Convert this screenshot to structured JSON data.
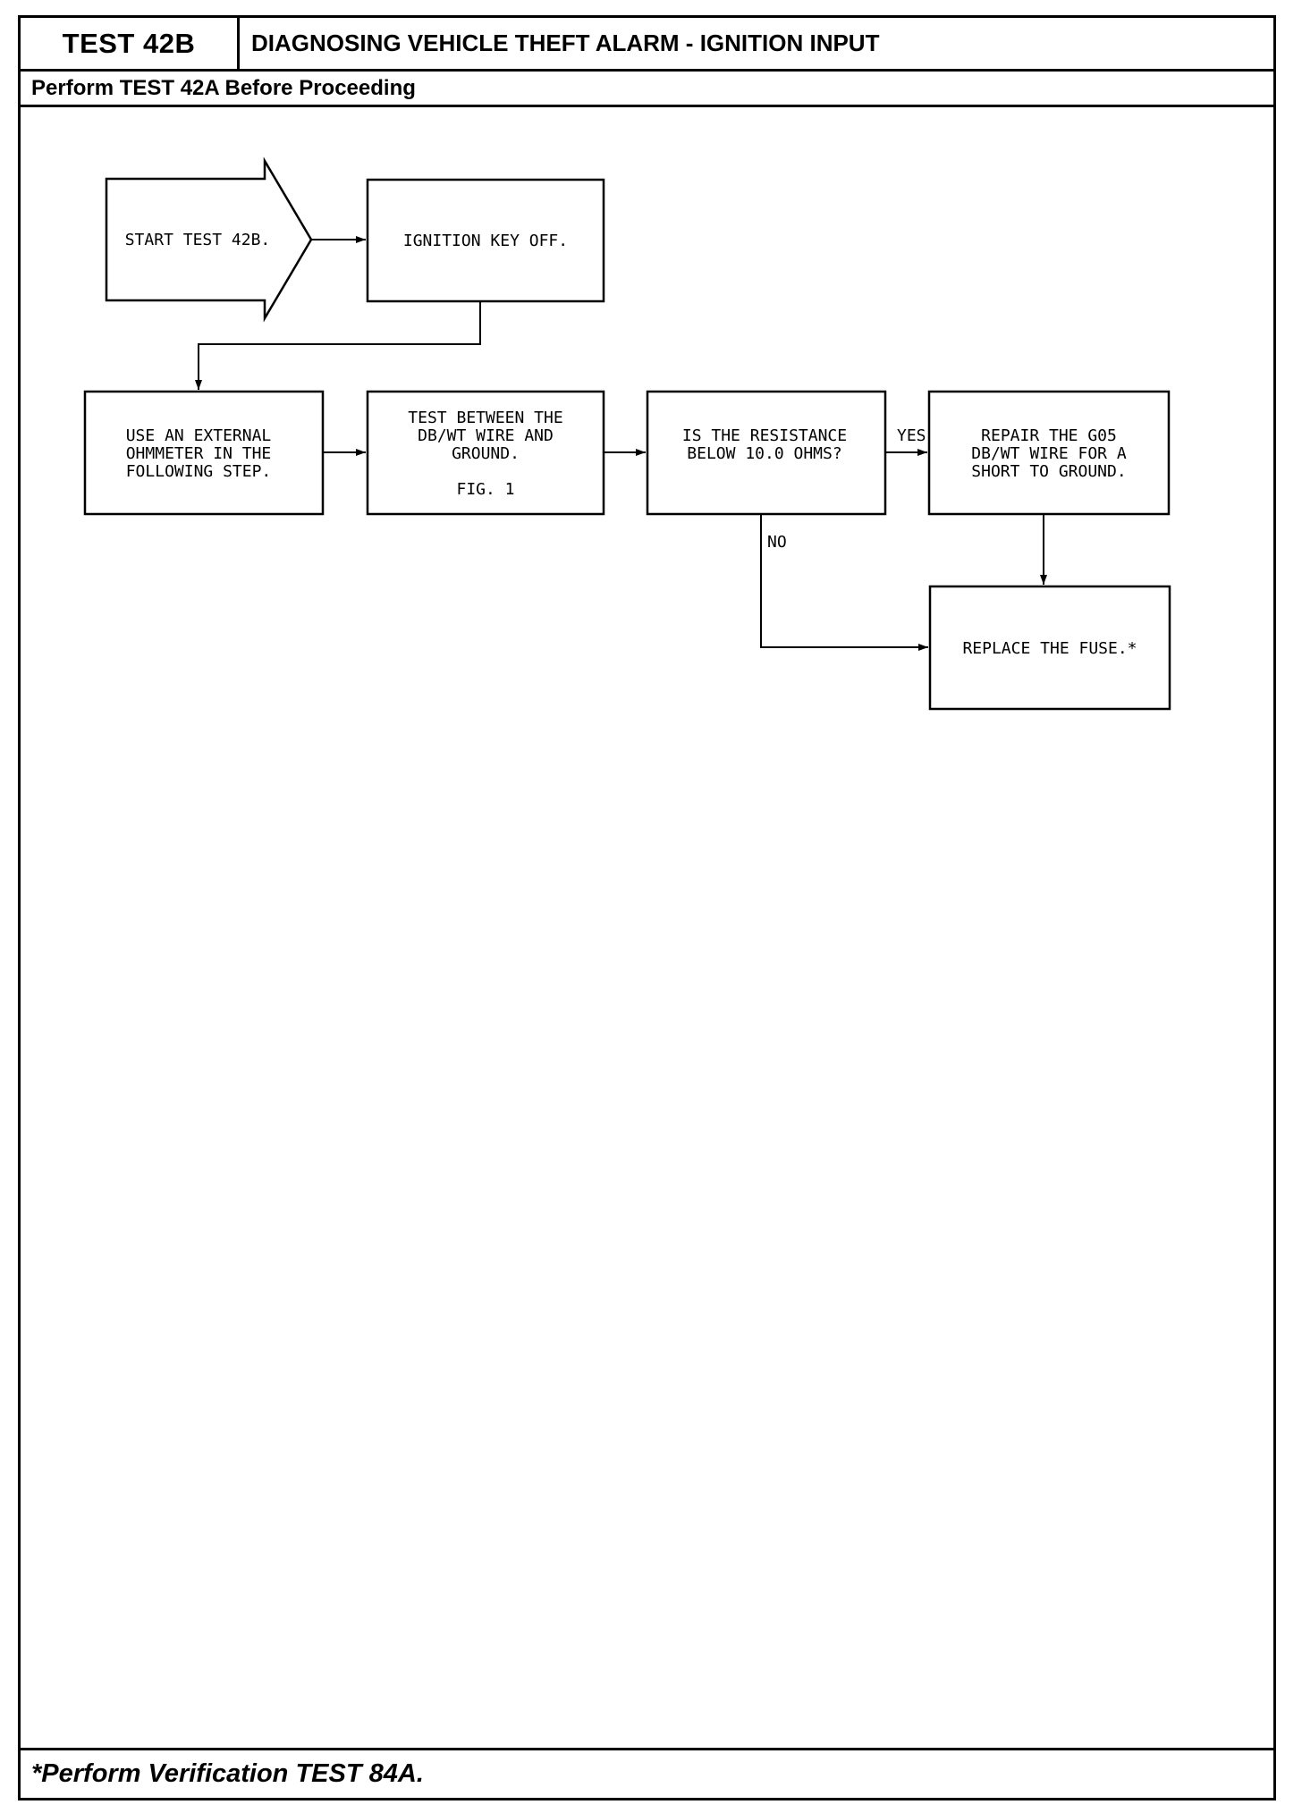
{
  "header": {
    "test_id": "TEST 42B",
    "title": "DIAGNOSING VEHICLE THEFT ALARM - IGNITION INPUT"
  },
  "subheader": {
    "text": "Perform TEST 42A Before Proceeding"
  },
  "flowchart": {
    "start": {
      "lines": [
        "START TEST 42B."
      ]
    },
    "ignition_key_off": {
      "lines": [
        "IGNITION KEY OFF."
      ]
    },
    "use_external_ohmmeter": {
      "lines": [
        "USE AN EXTERNAL",
        "OHMMETER IN THE",
        "FOLLOWING STEP."
      ]
    },
    "test_between": {
      "lines": [
        "TEST BETWEEN THE",
        "DB/WT WIRE AND",
        "GROUND."
      ],
      "figure_ref": "FIG. 1"
    },
    "resistance_question": {
      "lines": [
        "IS THE RESISTANCE",
        "BELOW 10.0 OHMS?"
      ]
    },
    "repair_wire": {
      "lines": [
        "REPAIR THE G05",
        "DB/WT WIRE FOR A",
        "SHORT TO GROUND."
      ]
    },
    "replace_fuse": {
      "lines": [
        "REPLACE THE FUSE.*"
      ]
    },
    "labels": {
      "yes": "YES",
      "no": "NO"
    }
  },
  "footer": {
    "text": "*Perform Verification TEST 84A."
  },
  "colors": {
    "ink": "#000000",
    "paper": "#ffffff"
  }
}
